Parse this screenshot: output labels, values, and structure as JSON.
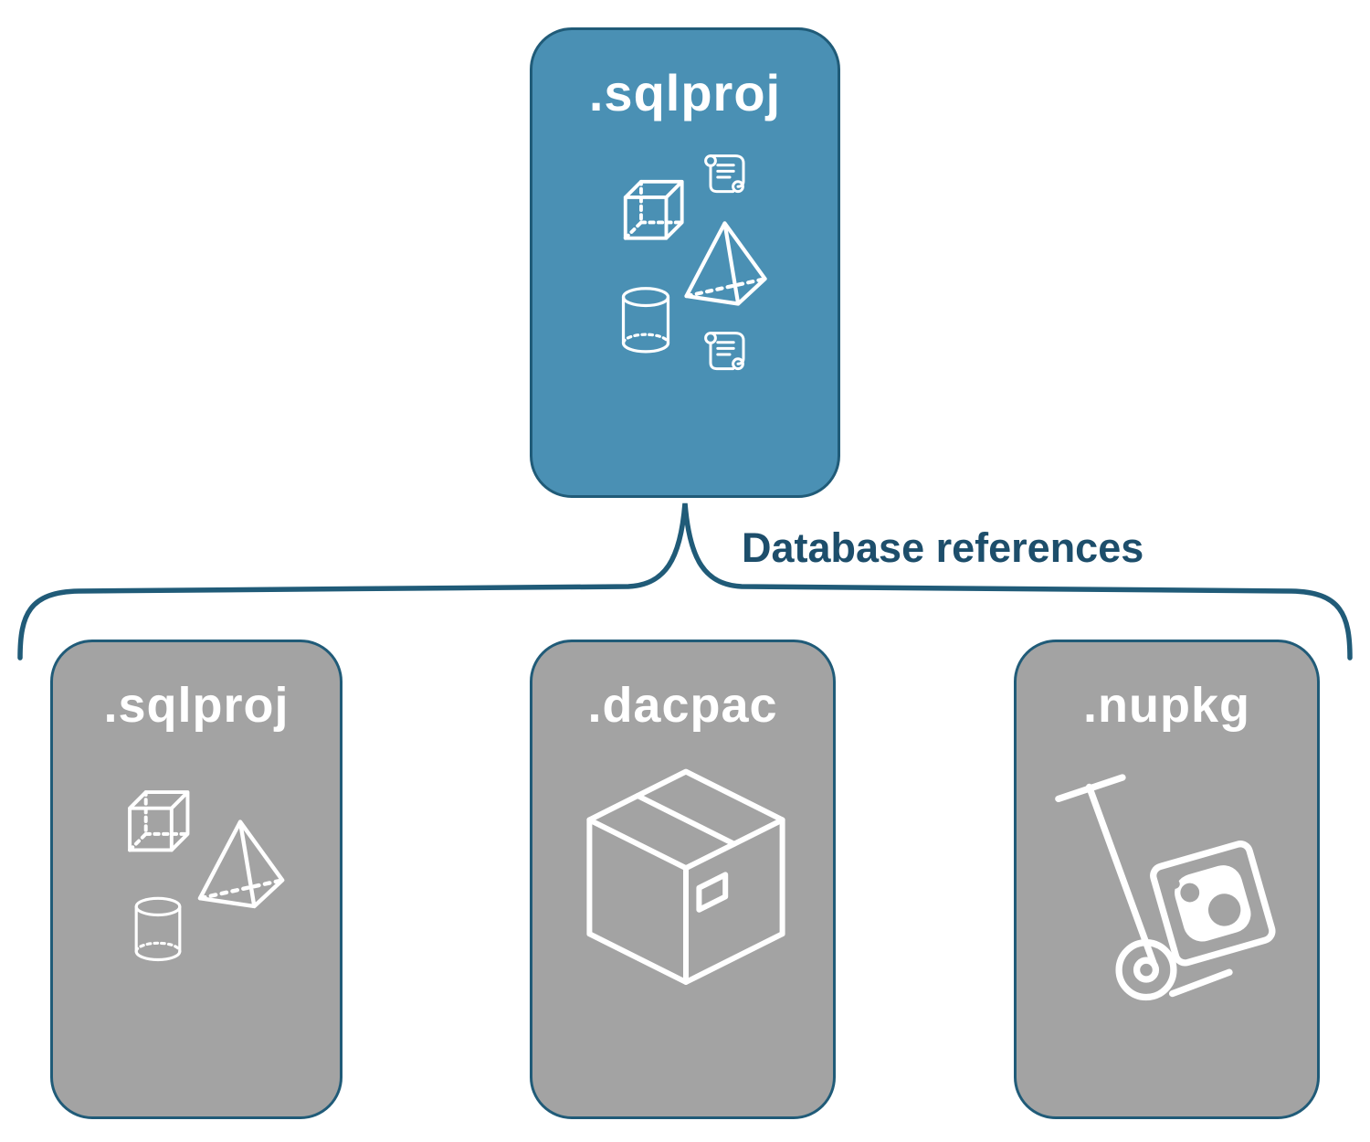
{
  "root_box": {
    "label": ".sqlproj",
    "icons": [
      "cube-icon",
      "scroll-icon",
      "pyramid-icon",
      "cylinder-icon",
      "scroll-icon"
    ]
  },
  "connector": {
    "label": "Database references"
  },
  "child_boxes": [
    {
      "label": ".sqlproj",
      "icons": [
        "cube-icon",
        "pyramid-icon",
        "cylinder-icon"
      ]
    },
    {
      "label": ".dacpac",
      "icons": [
        "package-box-icon"
      ]
    },
    {
      "label": ".nupkg",
      "icons": [
        "hand-truck-icon"
      ]
    }
  ],
  "colors": {
    "root_fill": "#4A90B4",
    "child_fill": "#A3A3A3",
    "border": "#205B78",
    "connector": "#205B78",
    "connector_label_text": "#1D4E6B",
    "node_text": "#FFFFFF"
  }
}
